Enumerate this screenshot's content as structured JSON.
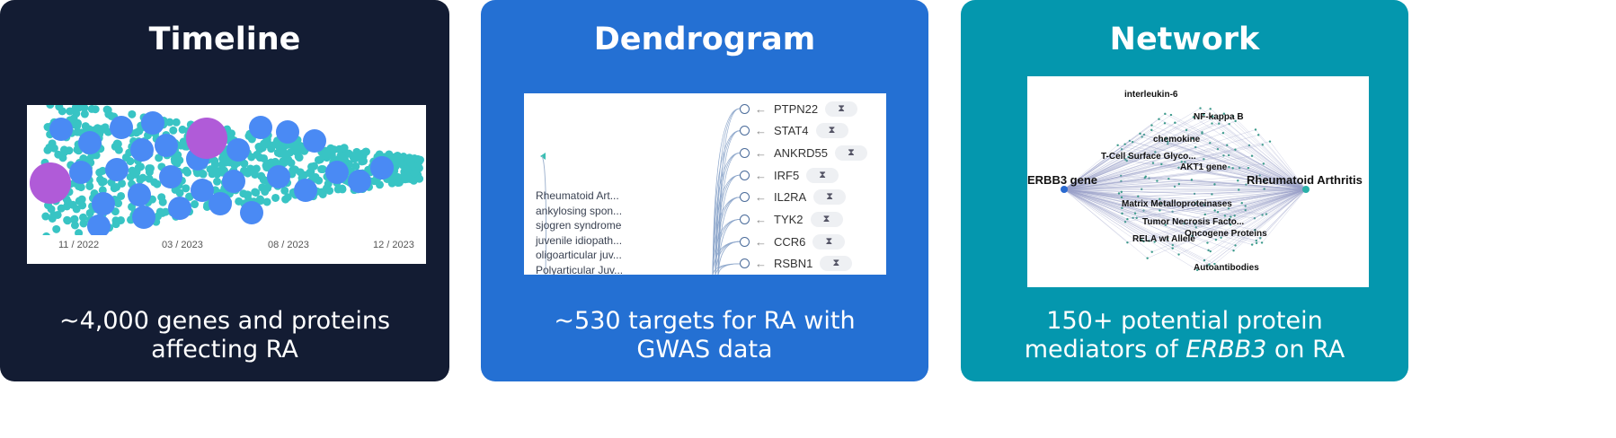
{
  "panels": [
    {
      "title": "Timeline",
      "caption_lines": [
        "~4,000 genes and proteins",
        "affecting RA"
      ],
      "ticks": [
        "11 / 2022",
        "03 / 2023",
        "08 / 2023",
        "12 / 2023"
      ]
    },
    {
      "title": "Dendrogram",
      "caption_lines": [
        "~530 targets for RA with",
        "GWAS data"
      ],
      "diseases": [
        "Rheumatoid Art...",
        "ankylosing spon...",
        "sjogren syndrome",
        "juvenile idiopath...",
        "oligoarticular juv...",
        "Polyarticular Juv..."
      ],
      "genes": [
        "PTPN22",
        "STAT4",
        "ANKRD55",
        "IRF5",
        "IL2RA",
        "TYK2",
        "CCR6",
        "RSBN1"
      ],
      "gene_badge_icon": "hourglass-icon",
      "badge_glyph": "⧗"
    },
    {
      "title": "Network",
      "caption_line1": "150+ potential protein",
      "caption_pre": "mediators of ",
      "caption_em": "ERBB3",
      "caption_post": " on RA",
      "source": "ERBB3 gene",
      "target": "Rheumatoid Arthritis",
      "mediators": [
        "interleukin-6",
        "NF-kappa B",
        "chemokine",
        "T-Cell Surface Glyco...",
        "AKT1 gene",
        "Matrix Metalloproteinases",
        "Tumor Necrosis Facto...",
        "RELA wt Allele",
        "Oncogene Proteins",
        "Autoantibodies"
      ]
    }
  ],
  "colors": {
    "timeline_bg": "#131c33",
    "dendrogram_bg": "#2470d3",
    "network_bg": "#0497ae",
    "bubble_blue": "#4a8af4",
    "bubble_purple": "#b05bd8",
    "bubble_teal": "#38c4c4"
  }
}
